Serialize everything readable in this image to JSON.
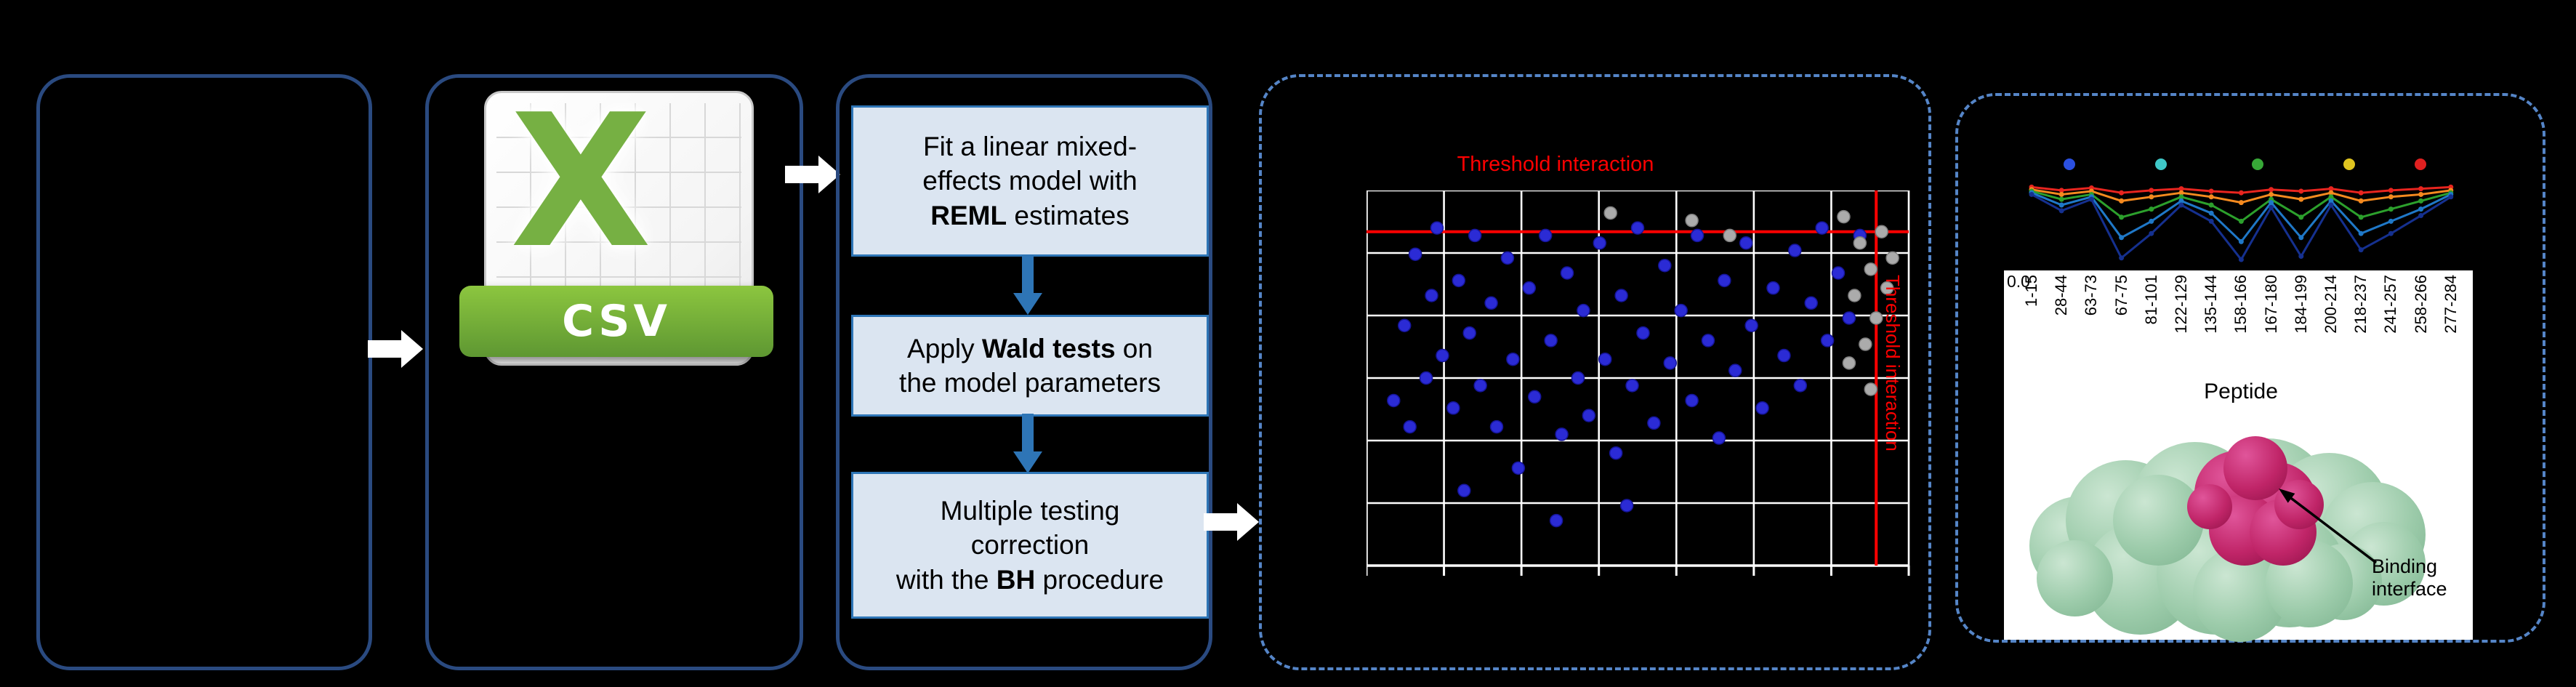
{
  "figure": {
    "background": "#000000"
  },
  "panels": {
    "csv": {
      "letter": "X",
      "label": "CSV",
      "colors": {
        "green": "#76B043",
        "ribbon_top": "#8CC63F",
        "ribbon_bottom": "#5E9732"
      }
    },
    "pipeline": {
      "steps": [
        {
          "lines": [
            [
              {
                "t": "Fit a linear mixed-"
              }
            ],
            [
              {
                "t": "effects model with"
              }
            ],
            [
              {
                "t": "REML",
                "b": true
              },
              {
                "t": " estimates"
              }
            ]
          ]
        },
        {
          "lines": [
            [
              {
                "t": "Apply "
              },
              {
                "t": "Wald tests",
                "b": true
              },
              {
                "t": " on"
              }
            ],
            [
              {
                "t": "the model parameters"
              }
            ]
          ]
        },
        {
          "lines": [
            [
              {
                "t": "Multiple testing"
              }
            ],
            [
              {
                "t": "correction"
              }
            ],
            [
              {
                "t": "with the "
              },
              {
                "t": "BH",
                "b": true
              },
              {
                "t": " procedure"
              }
            ]
          ]
        }
      ]
    },
    "volcano": {
      "title": "Threshold interaction",
      "right_label": "Threshold interaction",
      "colors": {
        "points": "#2B2BD5",
        "points_secondary": "#ABABAB",
        "threshold": "#FF0000",
        "grid": "#FFFFFF"
      },
      "grid": {
        "columns": 7,
        "rows": 6
      },
      "thresholds": {
        "horizontal_y_pct": 11,
        "vertical_x_pct": 94
      },
      "points_blue": [
        [
          5,
          56
        ],
        [
          7,
          36
        ],
        [
          8,
          63
        ],
        [
          9,
          17
        ],
        [
          11,
          50
        ],
        [
          12,
          28
        ],
        [
          13,
          10
        ],
        [
          14,
          44
        ],
        [
          16,
          58
        ],
        [
          17,
          24
        ],
        [
          18,
          80
        ],
        [
          19,
          38
        ],
        [
          20,
          12
        ],
        [
          21,
          52
        ],
        [
          23,
          30
        ],
        [
          24,
          63
        ],
        [
          26,
          18
        ],
        [
          27,
          45
        ],
        [
          28,
          74
        ],
        [
          30,
          26
        ],
        [
          31,
          55
        ],
        [
          33,
          12
        ],
        [
          34,
          40
        ],
        [
          35,
          88
        ],
        [
          36,
          65
        ],
        [
          37,
          22
        ],
        [
          39,
          50
        ],
        [
          40,
          32
        ],
        [
          41,
          60
        ],
        [
          43,
          14
        ],
        [
          44,
          45
        ],
        [
          46,
          70
        ],
        [
          47,
          28
        ],
        [
          48,
          84
        ],
        [
          49,
          52
        ],
        [
          50,
          10
        ],
        [
          51,
          38
        ],
        [
          53,
          62
        ],
        [
          55,
          20
        ],
        [
          56,
          46
        ],
        [
          58,
          32
        ],
        [
          60,
          56
        ],
        [
          61,
          12
        ],
        [
          63,
          40
        ],
        [
          65,
          66
        ],
        [
          66,
          24
        ],
        [
          68,
          48
        ],
        [
          70,
          14
        ],
        [
          71,
          36
        ],
        [
          73,
          58
        ],
        [
          75,
          26
        ],
        [
          77,
          44
        ],
        [
          79,
          16
        ],
        [
          80,
          52
        ],
        [
          82,
          30
        ],
        [
          84,
          10
        ],
        [
          85,
          40
        ],
        [
          87,
          22
        ],
        [
          89,
          34
        ],
        [
          91,
          12
        ]
      ],
      "points_gray": [
        [
          88,
          7
        ],
        [
          91,
          14
        ],
        [
          93,
          21
        ],
        [
          90,
          28
        ],
        [
          94,
          34
        ],
        [
          92,
          41
        ],
        [
          95,
          11
        ],
        [
          96,
          26
        ],
        [
          89,
          46
        ],
        [
          93,
          53
        ],
        [
          60,
          8
        ],
        [
          67,
          12
        ],
        [
          45,
          6
        ],
        [
          97,
          18
        ]
      ]
    },
    "profiles": {
      "dot_colors": [
        "#2B50E0",
        "#3FC8C8",
        "#37A837",
        "#E0C520",
        "#E02020"
      ],
      "dot_x_pct": [
        14,
        32,
        51,
        69,
        83
      ],
      "y_tick": "0.0",
      "x_axis_label": "Peptide",
      "peptides": [
        "1-15",
        "28-44",
        "63-73",
        "67-75",
        "81-101",
        "122-129",
        "135-144",
        "158-166",
        "167-180",
        "184-199",
        "200-214",
        "218-237",
        "241-257",
        "258-266",
        "277-284"
      ],
      "series": [
        {
          "name": "series-red",
          "color": "#E8251F",
          "values": [
            0.97,
            0.93,
            0.96,
            0.9,
            0.93,
            0.95,
            0.92,
            0.9,
            0.94,
            0.92,
            0.95,
            0.9,
            0.93,
            0.95,
            0.97
          ]
        },
        {
          "name": "series-orange",
          "color": "#F58A1F",
          "values": [
            0.94,
            0.88,
            0.92,
            0.8,
            0.85,
            0.9,
            0.85,
            0.78,
            0.88,
            0.82,
            0.9,
            0.8,
            0.85,
            0.88,
            0.93
          ]
        },
        {
          "name": "series-green",
          "color": "#2CA02C",
          "values": [
            0.92,
            0.82,
            0.88,
            0.6,
            0.7,
            0.85,
            0.75,
            0.55,
            0.82,
            0.6,
            0.85,
            0.6,
            0.7,
            0.8,
            0.9
          ]
        },
        {
          "name": "series-blue",
          "color": "#1F78C8",
          "values": [
            0.9,
            0.75,
            0.85,
            0.35,
            0.55,
            0.8,
            0.65,
            0.3,
            0.78,
            0.35,
            0.8,
            0.4,
            0.55,
            0.7,
            0.88
          ]
        },
        {
          "name": "series-navy",
          "color": "#15308F",
          "values": [
            0.88,
            0.68,
            0.82,
            0.1,
            0.4,
            0.75,
            0.55,
            0.08,
            0.72,
            0.12,
            0.75,
            0.2,
            0.4,
            0.62,
            0.85
          ]
        }
      ],
      "binding_label": "Binding interface",
      "protein_colors": {
        "surface": "#9CCBAA",
        "binding_interface": "#C02568"
      }
    }
  }
}
